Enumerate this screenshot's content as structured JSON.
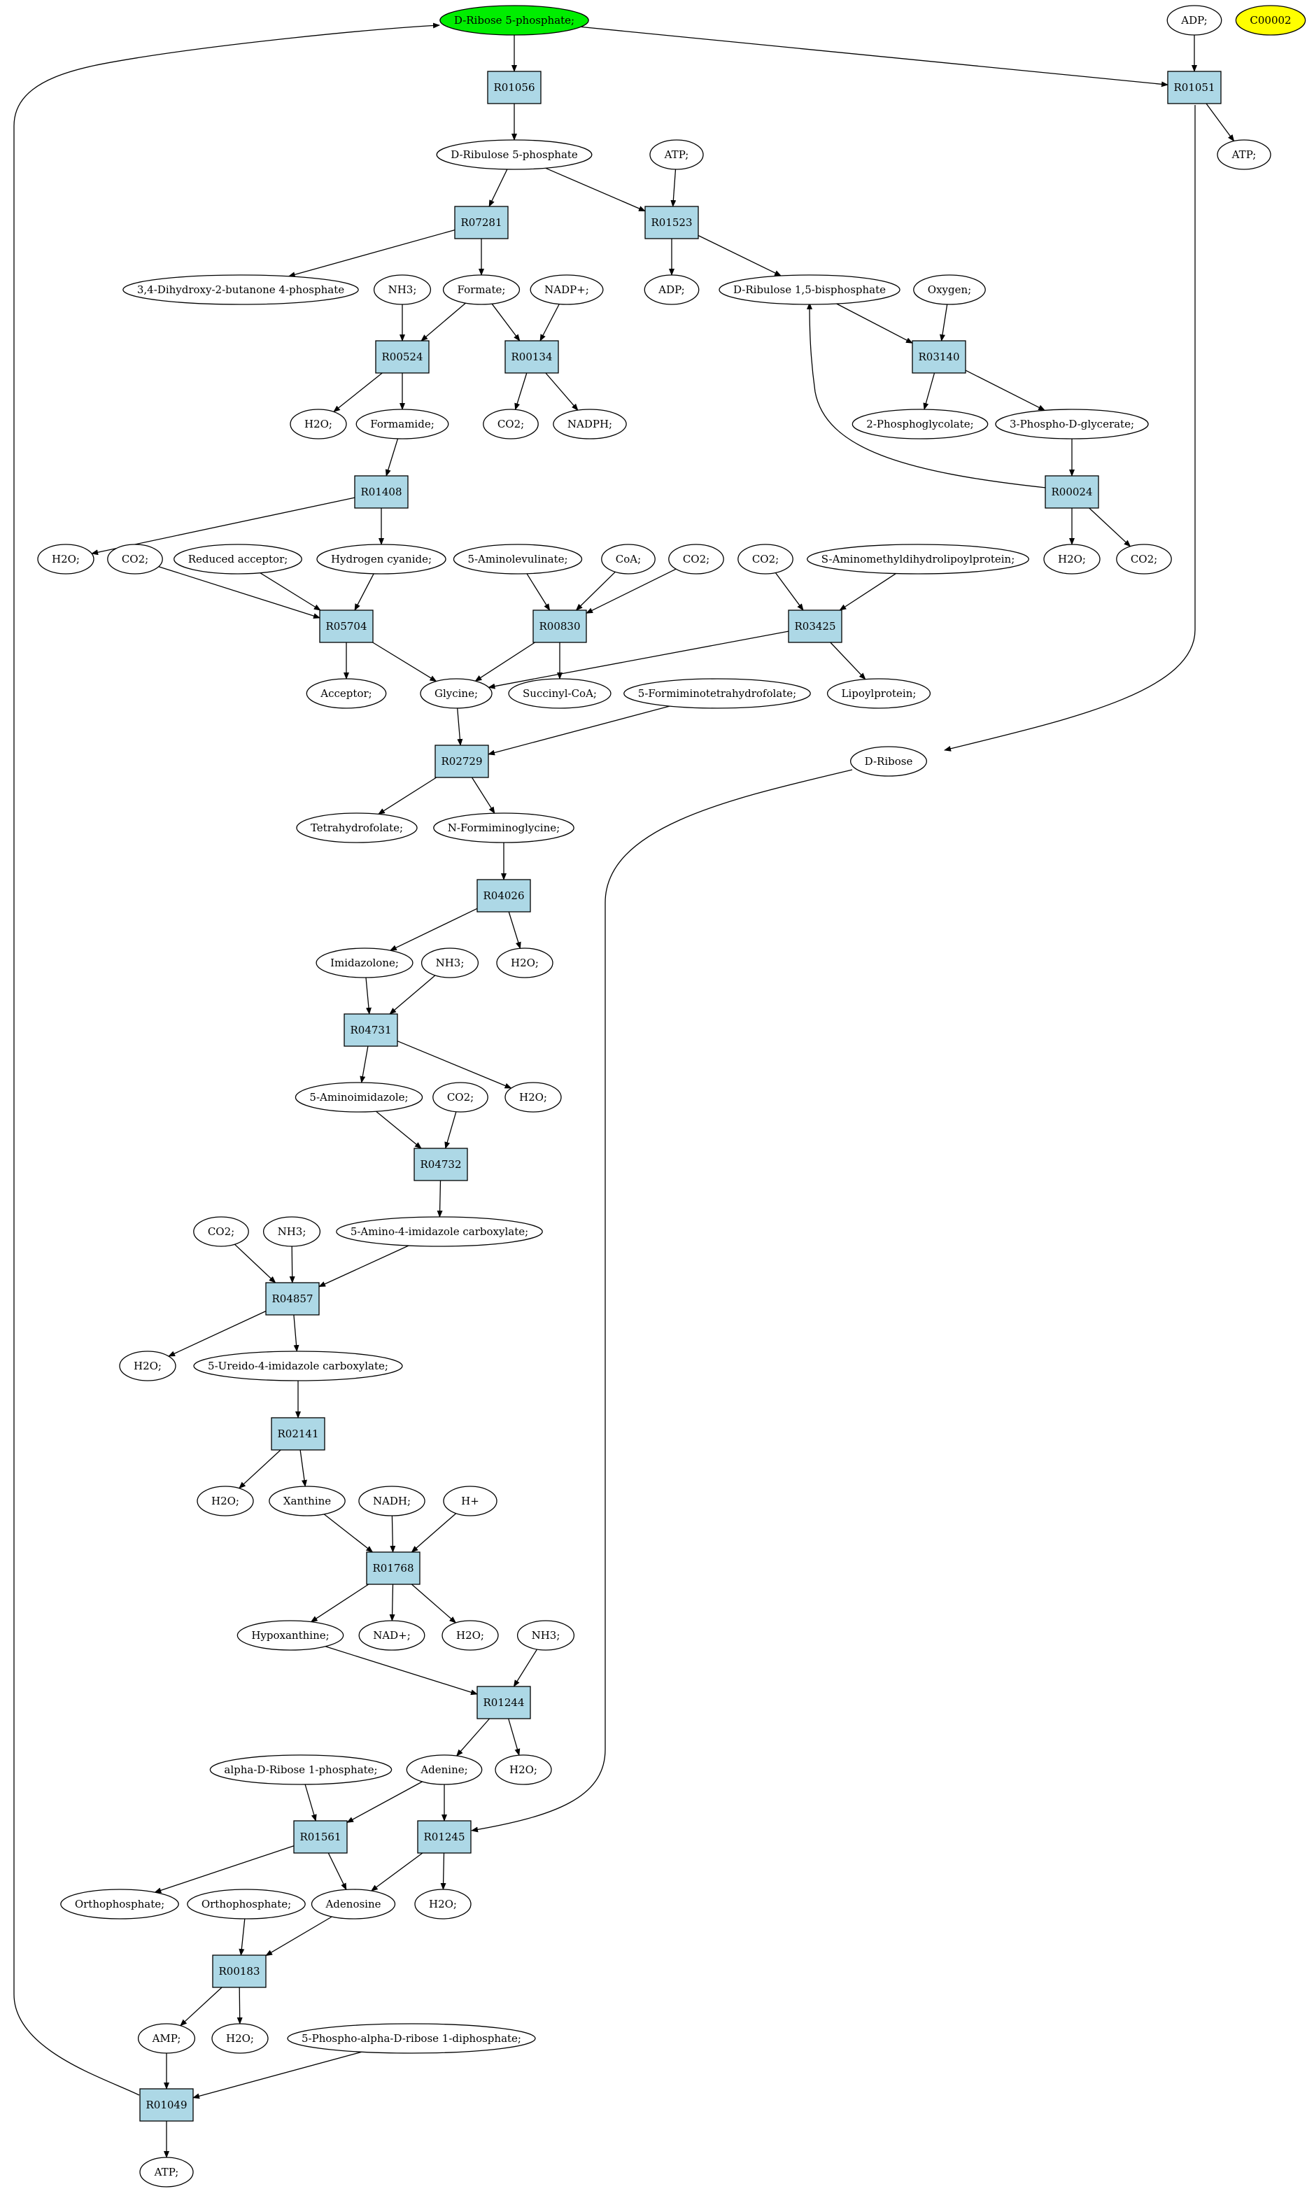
{
  "colors": {
    "reaction_fill": "#add8e6",
    "compound_fill": "#ffffff",
    "start_fill": "#00ee00",
    "highlight_fill": "#ffff00",
    "stroke": "#000000"
  },
  "nodes": [
    {
      "id": "n_r5p_top",
      "label": "D-Ribose 5-phosphate;",
      "kind": "start"
    },
    {
      "id": "n_adp_top",
      "label": "ADP;",
      "kind": "compound"
    },
    {
      "id": "n_c00002",
      "label": "C00002",
      "kind": "highlight"
    },
    {
      "id": "R01056",
      "label": "R01056",
      "kind": "reaction"
    },
    {
      "id": "R01051",
      "label": "R01051",
      "kind": "reaction"
    },
    {
      "id": "n_atp_r01051",
      "label": "ATP;",
      "kind": "compound"
    },
    {
      "id": "n_ribulose5p",
      "label": "D-Ribulose 5-phosphate",
      "kind": "compound"
    },
    {
      "id": "n_atp_r01523",
      "label": "ATP;",
      "kind": "compound"
    },
    {
      "id": "R07281",
      "label": "R07281",
      "kind": "reaction"
    },
    {
      "id": "R01523",
      "label": "R01523",
      "kind": "reaction"
    },
    {
      "id": "n_dhbp",
      "label": "3,4-Dihydroxy-2-butanone 4-phosphate",
      "kind": "compound"
    },
    {
      "id": "n_nh3_r00524",
      "label": "NH3;",
      "kind": "compound"
    },
    {
      "id": "n_formate",
      "label": "Formate;",
      "kind": "compound"
    },
    {
      "id": "n_nadp",
      "label": "NADP+;",
      "kind": "compound"
    },
    {
      "id": "n_adp_r01523",
      "label": "ADP;",
      "kind": "compound"
    },
    {
      "id": "n_rubp",
      "label": "D-Ribulose 1,5-bisphosphate",
      "kind": "compound"
    },
    {
      "id": "n_oxygen",
      "label": "Oxygen;",
      "kind": "compound"
    },
    {
      "id": "R00524",
      "label": "R00524",
      "kind": "reaction"
    },
    {
      "id": "R00134",
      "label": "R00134",
      "kind": "reaction"
    },
    {
      "id": "R03140",
      "label": "R03140",
      "kind": "reaction"
    },
    {
      "id": "n_h2o_r00524",
      "label": "H2O;",
      "kind": "compound"
    },
    {
      "id": "n_formamide",
      "label": "Formamide;",
      "kind": "compound"
    },
    {
      "id": "n_co2_r00134",
      "label": "CO2;",
      "kind": "compound"
    },
    {
      "id": "n_nadph",
      "label": "NADPH;",
      "kind": "compound"
    },
    {
      "id": "n_2pg",
      "label": "2-Phosphoglycolate;",
      "kind": "compound"
    },
    {
      "id": "n_3pg",
      "label": "3-Phospho-D-glycerate;",
      "kind": "compound"
    },
    {
      "id": "R01408",
      "label": "R01408",
      "kind": "reaction"
    },
    {
      "id": "R00024",
      "label": "R00024",
      "kind": "reaction"
    },
    {
      "id": "n_h2o_r01408",
      "label": "H2O;",
      "kind": "compound"
    },
    {
      "id": "n_co2_r05704",
      "label": "CO2;",
      "kind": "compound"
    },
    {
      "id": "n_redacc",
      "label": "Reduced acceptor;",
      "kind": "compound"
    },
    {
      "id": "n_hcn",
      "label": "Hydrogen cyanide;",
      "kind": "compound"
    },
    {
      "id": "n_ala",
      "label": "5-Aminolevulinate;",
      "kind": "compound"
    },
    {
      "id": "n_coa",
      "label": "CoA;",
      "kind": "compound"
    },
    {
      "id": "n_co2_r00830",
      "label": "CO2;",
      "kind": "compound"
    },
    {
      "id": "n_co2_r03425",
      "label": "CO2;",
      "kind": "compound"
    },
    {
      "id": "n_samdlp",
      "label": "S-Aminomethyldihydrolipoylprotein;",
      "kind": "compound"
    },
    {
      "id": "n_h2o_r00024",
      "label": "H2O;",
      "kind": "compound"
    },
    {
      "id": "n_co2_r00024",
      "label": "CO2;",
      "kind": "compound"
    },
    {
      "id": "R05704",
      "label": "R05704",
      "kind": "reaction"
    },
    {
      "id": "R00830",
      "label": "R00830",
      "kind": "reaction"
    },
    {
      "id": "R03425",
      "label": "R03425",
      "kind": "reaction"
    },
    {
      "id": "n_acceptor",
      "label": "Acceptor;",
      "kind": "compound"
    },
    {
      "id": "n_glycine",
      "label": "Glycine;",
      "kind": "compound"
    },
    {
      "id": "n_succoa",
      "label": "Succinyl-CoA;",
      "kind": "compound"
    },
    {
      "id": "n_fthf",
      "label": "5-Formiminotetrahydrofolate;",
      "kind": "compound"
    },
    {
      "id": "n_lipoprot",
      "label": "Lipoylprotein;",
      "kind": "compound"
    },
    {
      "id": "R02729",
      "label": "R02729",
      "kind": "reaction"
    },
    {
      "id": "n_ribose",
      "label": "D-Ribose",
      "kind": "compound"
    },
    {
      "id": "n_thf",
      "label": "Tetrahydrofolate;",
      "kind": "compound"
    },
    {
      "id": "n_nfg",
      "label": "N-Formiminoglycine;",
      "kind": "compound"
    },
    {
      "id": "R04026",
      "label": "R04026",
      "kind": "reaction"
    },
    {
      "id": "n_imidazolone",
      "label": "Imidazolone;",
      "kind": "compound"
    },
    {
      "id": "n_nh3_r04731",
      "label": "NH3;",
      "kind": "compound"
    },
    {
      "id": "n_h2o_r04026",
      "label": "H2O;",
      "kind": "compound"
    },
    {
      "id": "R04731",
      "label": "R04731",
      "kind": "reaction"
    },
    {
      "id": "n_5ai",
      "label": "5-Aminoimidazole;",
      "kind": "compound"
    },
    {
      "id": "n_co2_r04732",
      "label": "CO2;",
      "kind": "compound"
    },
    {
      "id": "n_h2o_r04731",
      "label": "H2O;",
      "kind": "compound"
    },
    {
      "id": "R04732",
      "label": "R04732",
      "kind": "reaction"
    },
    {
      "id": "n_co2_r04857",
      "label": "CO2;",
      "kind": "compound"
    },
    {
      "id": "n_nh3_r04857",
      "label": "NH3;",
      "kind": "compound"
    },
    {
      "id": "n_aic",
      "label": "5-Amino-4-imidazole carboxylate;",
      "kind": "compound"
    },
    {
      "id": "R04857",
      "label": "R04857",
      "kind": "reaction"
    },
    {
      "id": "n_h2o_r04857",
      "label": "H2O;",
      "kind": "compound"
    },
    {
      "id": "n_uic",
      "label": "5-Ureido-4-imidazole carboxylate;",
      "kind": "compound"
    },
    {
      "id": "R02141",
      "label": "R02141",
      "kind": "reaction"
    },
    {
      "id": "n_h2o_r02141",
      "label": "H2O;",
      "kind": "compound"
    },
    {
      "id": "n_xanthine",
      "label": "Xanthine",
      "kind": "compound"
    },
    {
      "id": "n_nadh",
      "label": "NADH;",
      "kind": "compound"
    },
    {
      "id": "n_hplus",
      "label": "H+",
      "kind": "compound"
    },
    {
      "id": "R01768",
      "label": "R01768",
      "kind": "reaction"
    },
    {
      "id": "n_hypoxanthine",
      "label": "Hypoxanthine;",
      "kind": "compound"
    },
    {
      "id": "n_nadplus",
      "label": "NAD+;",
      "kind": "compound"
    },
    {
      "id": "n_h2o_r01768",
      "label": "H2O;",
      "kind": "compound"
    },
    {
      "id": "n_nh3_r01244",
      "label": "NH3;",
      "kind": "compound"
    },
    {
      "id": "R01244",
      "label": "R01244",
      "kind": "reaction"
    },
    {
      "id": "n_ar1p",
      "label": "alpha-D-Ribose 1-phosphate;",
      "kind": "compound"
    },
    {
      "id": "n_adenine",
      "label": "Adenine;",
      "kind": "compound"
    },
    {
      "id": "n_h2o_r01244",
      "label": "H2O;",
      "kind": "compound"
    },
    {
      "id": "R01561",
      "label": "R01561",
      "kind": "reaction"
    },
    {
      "id": "R01245",
      "label": "R01245",
      "kind": "reaction"
    },
    {
      "id": "n_pi_r01561",
      "label": "Orthophosphate;",
      "kind": "compound"
    },
    {
      "id": "n_pi_r00183",
      "label": "Orthophosphate;",
      "kind": "compound"
    },
    {
      "id": "n_adenosine",
      "label": "Adenosine",
      "kind": "compound"
    },
    {
      "id": "n_h2o_r01245",
      "label": "H2O;",
      "kind": "compound"
    },
    {
      "id": "R00183",
      "label": "R00183",
      "kind": "reaction"
    },
    {
      "id": "n_amp",
      "label": "AMP;",
      "kind": "compound"
    },
    {
      "id": "n_h2o_r00183",
      "label": "H2O;",
      "kind": "compound"
    },
    {
      "id": "n_prpp",
      "label": "5-Phospho-alpha-D-ribose 1-diphosphate;",
      "kind": "compound"
    },
    {
      "id": "R01049",
      "label": "R01049",
      "kind": "reaction"
    },
    {
      "id": "n_atp_bottom",
      "label": "ATP;",
      "kind": "compound"
    }
  ],
  "edges": [
    [
      "n_r5p_top",
      "R01056"
    ],
    [
      "R01056",
      "n_ribulose5p"
    ],
    [
      "n_r5p_top",
      "R01051"
    ],
    [
      "n_adp_top",
      "R01051"
    ],
    [
      "R01051",
      "n_atp_r01051"
    ],
    [
      "R01051",
      "n_ribose"
    ],
    [
      "n_ribulose5p",
      "R07281"
    ],
    [
      "n_ribulose5p",
      "R01523"
    ],
    [
      "n_atp_r01523",
      "R01523"
    ],
    [
      "R07281",
      "n_dhbp"
    ],
    [
      "R07281",
      "n_formate"
    ],
    [
      "R01523",
      "n_adp_r01523"
    ],
    [
      "R01523",
      "n_rubp"
    ],
    [
      "n_nh3_r00524",
      "R00524"
    ],
    [
      "n_formate",
      "R00524"
    ],
    [
      "n_formate",
      "R00134"
    ],
    [
      "n_nadp",
      "R00134"
    ],
    [
      "n_rubp",
      "R03140"
    ],
    [
      "n_oxygen",
      "R03140"
    ],
    [
      "R00524",
      "n_h2o_r00524"
    ],
    [
      "R00524",
      "n_formamide"
    ],
    [
      "R00134",
      "n_co2_r00134"
    ],
    [
      "R00134",
      "n_nadph"
    ],
    [
      "R03140",
      "n_2pg"
    ],
    [
      "R03140",
      "n_3pg"
    ],
    [
      "n_3pg",
      "R00024"
    ],
    [
      "R00024",
      "n_rubp"
    ],
    [
      "R00024",
      "n_h2o_r00024"
    ],
    [
      "R00024",
      "n_co2_r00024"
    ],
    [
      "n_formamide",
      "R01408"
    ],
    [
      "R01408",
      "n_h2o_r01408"
    ],
    [
      "R01408",
      "n_hcn"
    ],
    [
      "n_co2_r05704",
      "R05704"
    ],
    [
      "n_redacc",
      "R05704"
    ],
    [
      "n_hcn",
      "R05704"
    ],
    [
      "n_ala",
      "R00830"
    ],
    [
      "n_coa",
      "R00830"
    ],
    [
      "n_co2_r00830",
      "R00830"
    ],
    [
      "n_co2_r03425",
      "R03425"
    ],
    [
      "n_samdlp",
      "R03425"
    ],
    [
      "R05704",
      "n_acceptor"
    ],
    [
      "R05704",
      "n_glycine"
    ],
    [
      "R00830",
      "n_glycine"
    ],
    [
      "R00830",
      "n_succoa"
    ],
    [
      "R03425",
      "n_glycine"
    ],
    [
      "R03425",
      "n_lipoprot"
    ],
    [
      "n_glycine",
      "R02729"
    ],
    [
      "n_fthf",
      "R02729"
    ],
    [
      "R02729",
      "n_thf"
    ],
    [
      "R02729",
      "n_nfg"
    ],
    [
      "n_nfg",
      "R04026"
    ],
    [
      "R04026",
      "n_imidazolone"
    ],
    [
      "R04026",
      "n_h2o_r04026"
    ],
    [
      "n_imidazolone",
      "R04731"
    ],
    [
      "n_nh3_r04731",
      "R04731"
    ],
    [
      "R04731",
      "n_5ai"
    ],
    [
      "R04731",
      "n_h2o_r04731"
    ],
    [
      "n_5ai",
      "R04732"
    ],
    [
      "n_co2_r04732",
      "R04732"
    ],
    [
      "R04732",
      "n_aic"
    ],
    [
      "n_co2_r04857",
      "R04857"
    ],
    [
      "n_nh3_r04857",
      "R04857"
    ],
    [
      "n_aic",
      "R04857"
    ],
    [
      "R04857",
      "n_h2o_r04857"
    ],
    [
      "R04857",
      "n_uic"
    ],
    [
      "n_uic",
      "R02141"
    ],
    [
      "R02141",
      "n_h2o_r02141"
    ],
    [
      "R02141",
      "n_xanthine"
    ],
    [
      "n_xanthine",
      "R01768"
    ],
    [
      "n_nadh",
      "R01768"
    ],
    [
      "n_hplus",
      "R01768"
    ],
    [
      "R01768",
      "n_hypoxanthine"
    ],
    [
      "R01768",
      "n_nadplus"
    ],
    [
      "R01768",
      "n_h2o_r01768"
    ],
    [
      "n_hypoxanthine",
      "R01244"
    ],
    [
      "n_nh3_r01244",
      "R01244"
    ],
    [
      "R01244",
      "n_adenine"
    ],
    [
      "R01244",
      "n_h2o_r01244"
    ],
    [
      "n_ar1p",
      "R01561"
    ],
    [
      "n_adenine",
      "R01561"
    ],
    [
      "n_adenine",
      "R01245"
    ],
    [
      "n_ribose",
      "R01245"
    ],
    [
      "R01561",
      "n_pi_r01561"
    ],
    [
      "R01561",
      "n_adenosine"
    ],
    [
      "R01245",
      "n_adenosine"
    ],
    [
      "R01245",
      "n_h2o_r01245"
    ],
    [
      "n_pi_r00183",
      "R00183"
    ],
    [
      "n_adenosine",
      "R00183"
    ],
    [
      "R00183",
      "n_amp"
    ],
    [
      "R00183",
      "n_h2o_r00183"
    ],
    [
      "n_amp",
      "R01049"
    ],
    [
      "n_prpp",
      "R01049"
    ],
    [
      "R01049",
      "n_atp_bottom"
    ],
    [
      "R01049",
      "n_r5p_top"
    ]
  ]
}
